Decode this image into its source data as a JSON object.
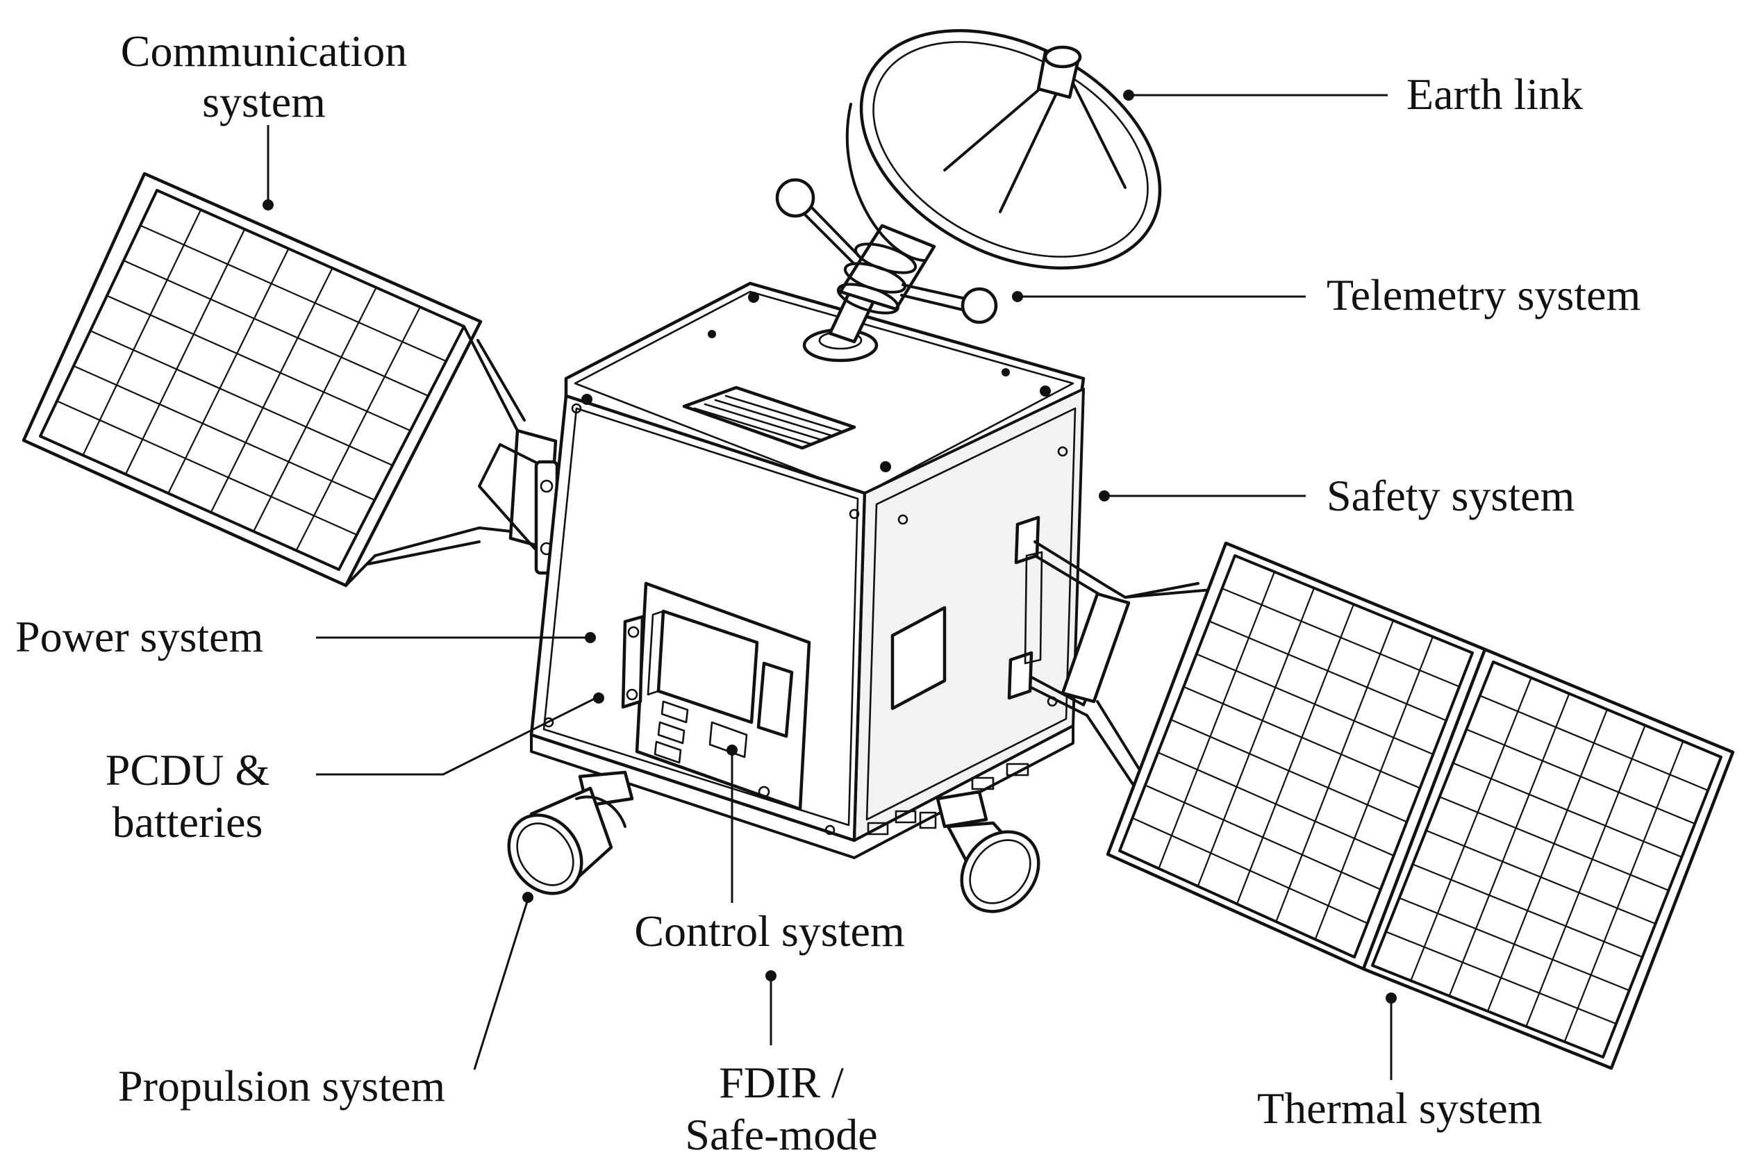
{
  "labels": {
    "communication": [
      "Communication",
      "system"
    ],
    "earth_link": "Earth link",
    "telemetry": "Telemetry system",
    "safety": "Safety system",
    "power": "Power system",
    "pcdu": [
      "PCDU &",
      "batteries"
    ],
    "control": "Control system",
    "fdir": [
      "FDIR /",
      "Safe-mode"
    ],
    "propulsion": "Propulsion system",
    "thermal": "Thermal system"
  },
  "colors": {
    "line": "#111111",
    "background": "#ffffff"
  }
}
